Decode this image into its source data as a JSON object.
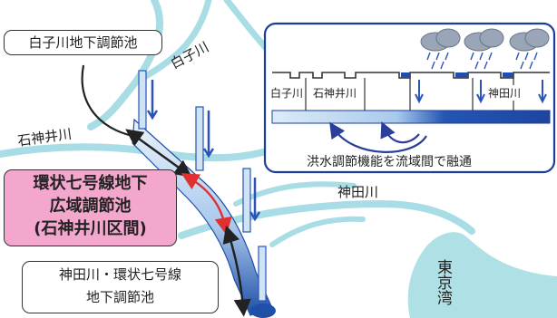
{
  "labels": {
    "shirako_facility": "白子川地下調節池",
    "shirako_river": "白子川",
    "shakujii_river": "石神井川",
    "kanda_river": "神田川",
    "tokyo_bay": "東京湾",
    "ring7_line1": "環状七号線地下",
    "ring7_line2": "広域調節池",
    "ring7_line3": "(石神井川区間)",
    "kanda_facility_line1": "神田川・環状七号線",
    "kanda_facility_line2": "地下調節池"
  },
  "inset": {
    "river1": "白子川",
    "river2": "石神井川",
    "river3": "神田川",
    "caption": "洪水調節機能を流域間で融通"
  },
  "colors": {
    "river": "#a8dde6",
    "bay": "#aee0e6",
    "tunnel_light": "#e9f3fb",
    "tunnel_dark": "#1f4fa8",
    "arrow_blue": "#2a55b8",
    "arrow_red": "#e03030",
    "pink_box": "#f4a7cd",
    "frame_blue": "#1a3f9a"
  }
}
